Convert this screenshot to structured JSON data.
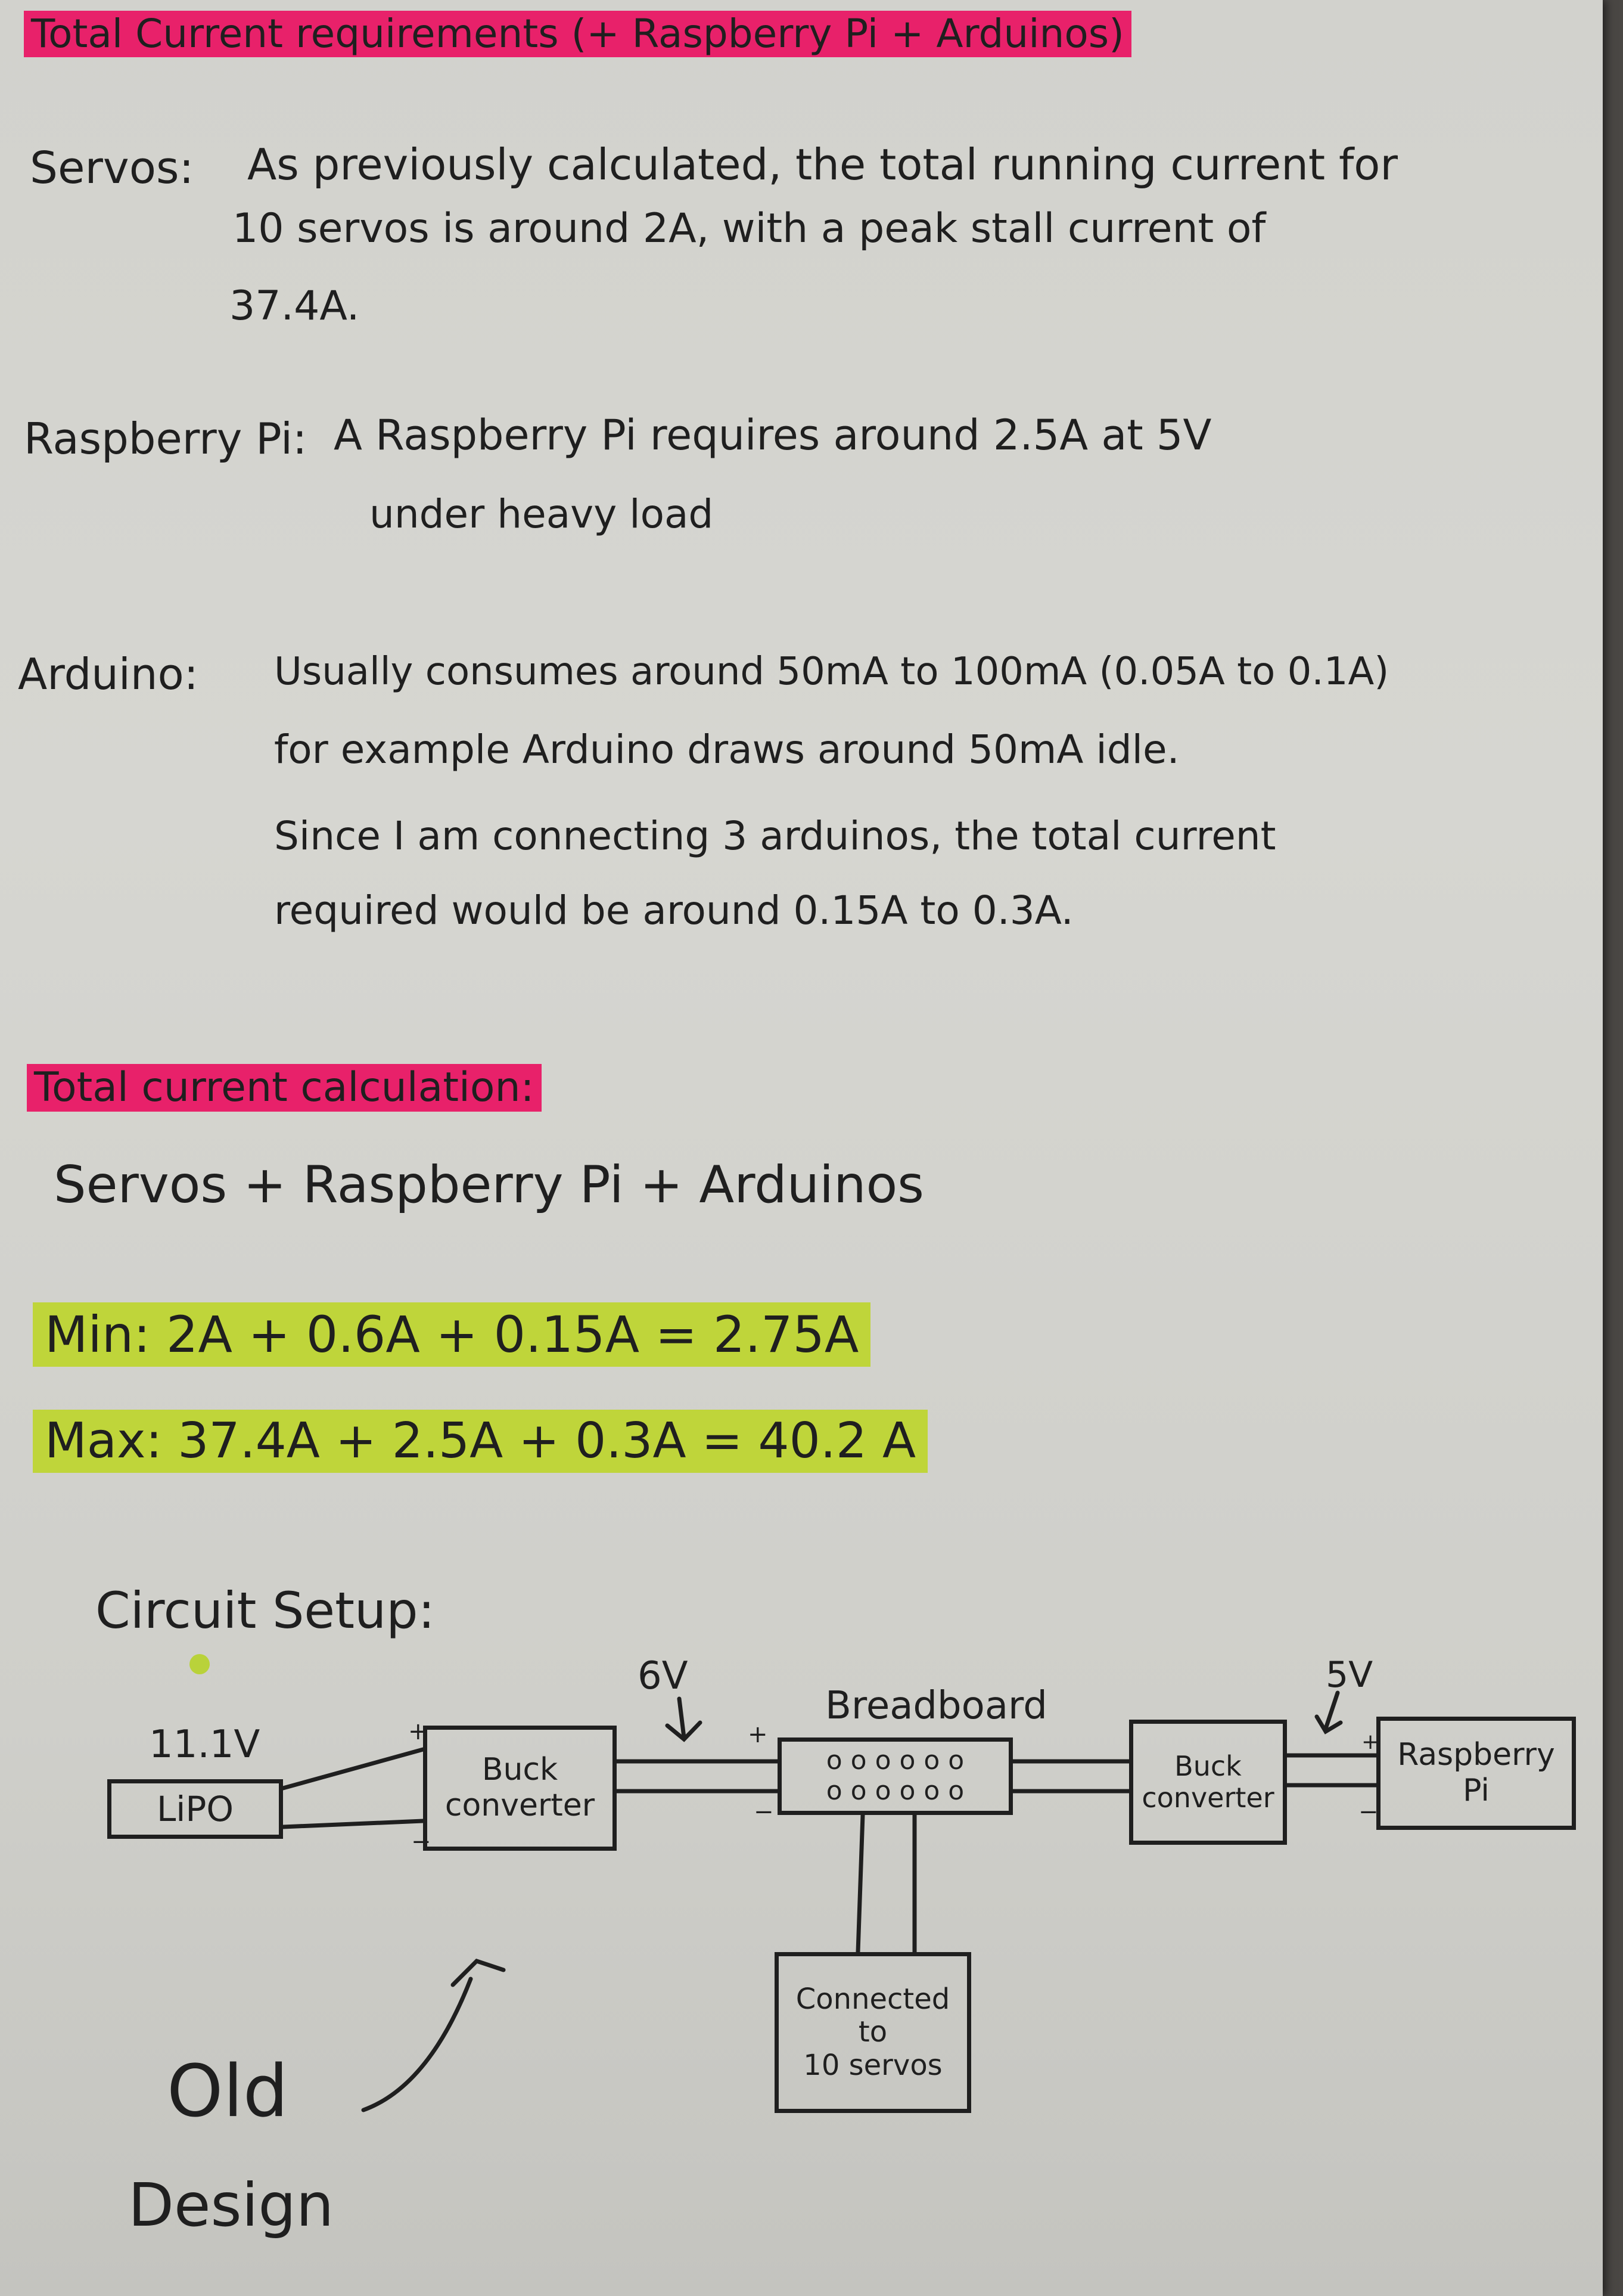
{
  "header": {
    "title": "Total Current requirements (+ Raspberry Pi + Arduinos)"
  },
  "requirements": {
    "servos": {
      "label": "Servos:",
      "line1": "As previously calculated, the total running current for",
      "line2": "10 servos is around 2A, with a peak stall current of",
      "line3": "37.4A."
    },
    "raspberry_pi": {
      "label": "Raspberry Pi:",
      "line1": "A Raspberry Pi requires around 2.5A at 5V",
      "line2": "under heavy load"
    },
    "arduino": {
      "label": "Arduino:",
      "line1": "Usually consumes around 50mA to 100mA (0.05A to 0.1A)",
      "line2": "for example Arduino draws around 50mA idle.",
      "line3": "Since I am connecting 3 arduinos, the total current",
      "line4": "required would be around 0.15A to 0.3A."
    }
  },
  "calculation": {
    "heading": "Total current calculation:",
    "formula": "Servos + Raspberry Pi + Arduinos",
    "min": "Min: 2A + 0.6A + 0.15A = 2.75A",
    "max": "Max: 37.4A + 2.5A + 0.3A = 40.2 A"
  },
  "circuit": {
    "heading": "Circuit Setup:",
    "battery_voltage": "11.1V",
    "battery_label": "LiPO",
    "buck1_line1": "Buck",
    "buck1_line2": "converter",
    "voltage_6v": "6V",
    "breadboard_label": "Breadboard",
    "breadboard_holes_top": "o o o o o o",
    "breadboard_holes_bottom": "o o o o o o",
    "buck2_line1": "Buck",
    "buck2_line2": "converter",
    "voltage_5v": "5V",
    "pi_line1": "Raspberry",
    "pi_line2": "Pi",
    "servos_line1": "Connected",
    "servos_line2": "to",
    "servos_line3": "10 servos",
    "plus": "+",
    "minus": "−"
  },
  "annotation": {
    "line1": "Old",
    "line2": "Design"
  },
  "colors": {
    "pink_highlight": "#e8216a",
    "green_highlight": "#bfd53a",
    "ink": "#1f1f1f",
    "paper": "#d4d4cf"
  }
}
